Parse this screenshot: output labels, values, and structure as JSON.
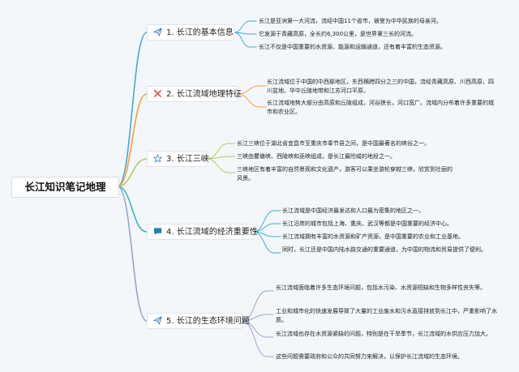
{
  "root": "长江知识笔记地理",
  "colors": {
    "line_1": "#4aa5d6",
    "line_2": "#f2a13a",
    "line_3": "#b6c85a",
    "line_4": "#3bb3c4",
    "line_5": "#95a8c6"
  },
  "topics": [
    {
      "icon": "paper-plane-icon",
      "icon_color": "#3a86c8",
      "label": "1. 长江的基本信息",
      "notes": [
        "长江是亚洲第一大河流，流经中国11个省市，被誉为中华民族的母亲河。",
        "它发源于青藏高原，全长约6,300公里，是世界第三长的河流。",
        "长江不仅是中国重要的水资源、能源和运输通道，还有着丰富的生态资源。"
      ]
    },
    {
      "icon": "crossed-tools-icon",
      "icon_color": "#e0453a",
      "label": "2. 长江流域地理特征",
      "notes": [
        "长江流域位于中国的中西部地区，东西横跨四分之三的中国，流经青藏高原、川西高原、四川盆地、华中丘陵地带和江苏河口平原。",
        "长江流域地势大部分由高原和丘陵组成，河谷狭长，河口宽广。流域内分布着许多重要的城市和农业区。"
      ]
    },
    {
      "icon": "star-icon",
      "icon_color": "#3a86c8",
      "label": "3. 长江三峡",
      "notes": [
        "长江三峡位于湖北省宜昌市至重庆市奉节县之间，是中国最著名的峡谷之一。",
        "三峡由瞿塘峡、西陵峡和巫峡组成，是长江最险峻的地段之一。",
        "三峡地区有着丰富的自然景观和文化遗产，游客可以乘坐游轮穿越三峡，欣赏到壮丽的风景。"
      ]
    },
    {
      "icon": "speech-bubble-icon",
      "icon_color": "#1f7fc4",
      "label": "4. 长江流域的经济重要性",
      "notes": [
        "长江流域是中国经济最发达和人口最为密集的地区之一。",
        "长江沿岸的城市包括上海、重庆、武汉等都是中国重要的经济中心。",
        "长江流域拥有丰富的水资源和矿产资源，是中国重要的农业和工业基地。",
        "同时，长江还是中国内陆水路交通的重要通道，为中国的物流和贸易提供了便利。"
      ]
    },
    {
      "icon": "paper-plane-icon",
      "icon_color": "#3a86c8",
      "label": "5. 长江的生态环境问题",
      "notes": [
        "长江流域面临着许多生态环境问题，包括水污染、水资源短缺和生物多样性丧失等。",
        "工业和城市化的快速发展导致了大量的工业废水和污水直接排放到长江中，严重影响了水质。",
        "长江流域也存在水资源紧缺的问题，特别是在干旱季节，长江流域的水供应压力加大。",
        "这些问题需要政府和公众的共同努力来解决，以保护长江流域的生态环境。"
      ]
    }
  ]
}
